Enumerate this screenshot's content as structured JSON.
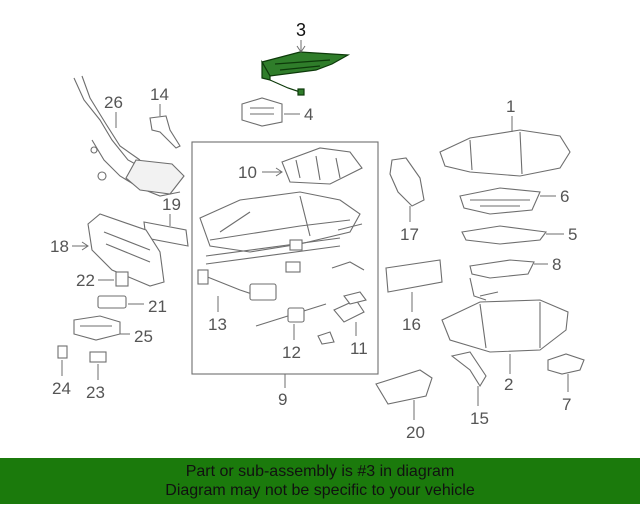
{
  "callouts": {
    "c1": "1",
    "c2": "2",
    "c3": "3",
    "c4": "4",
    "c5": "5",
    "c6": "6",
    "c7": "7",
    "c8": "8",
    "c9": "9",
    "c10": "10",
    "c11": "11",
    "c12": "12",
    "c13": "13",
    "c14": "14",
    "c15": "15",
    "c16": "16",
    "c17": "17",
    "c18": "18",
    "c19": "19",
    "c20": "20",
    "c21": "21",
    "c22": "22",
    "c23": "23",
    "c24": "24",
    "c25": "25",
    "c26": "26"
  },
  "highlighted_part": "3",
  "colors": {
    "highlight": "#2f7d2a",
    "banner": "#1b7a0c"
  },
  "footer": {
    "line1": "Part or sub-assembly is #3 in diagram",
    "line2": "Diagram may not be specific to your vehicle"
  }
}
